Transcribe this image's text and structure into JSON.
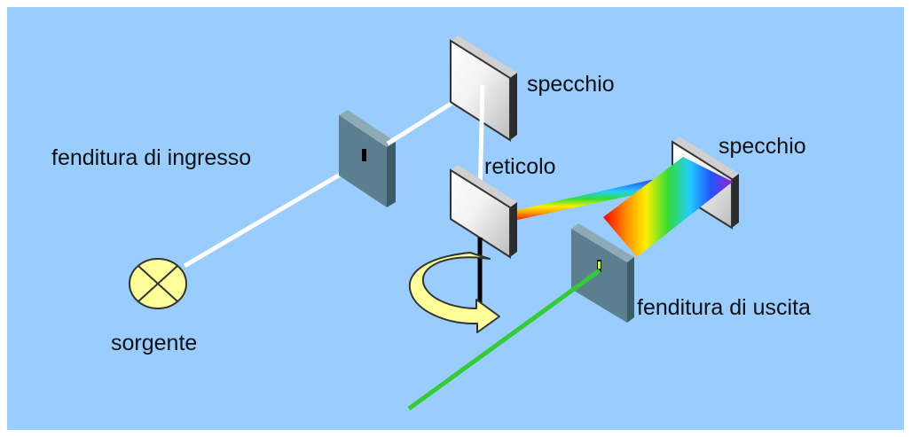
{
  "colors": {
    "background": "#99ccff",
    "frame": "#ffffff",
    "slit_panel": "#5c7f8f",
    "white_beam": "#ffffff",
    "output_beam": "#33cc33",
    "source_fill": "#ffff99",
    "arrow_fill": "#ffff99"
  },
  "labels": {
    "entrance_slit": "fenditura di ingresso",
    "mirror_top": "specchio",
    "grating": "reticolo",
    "mirror_right": "specchio",
    "exit_slit": "fenditura di uscita",
    "source": "sorgente"
  },
  "icons": {
    "source": "lamp-cross-circle-icon",
    "rotation": "curved-rotation-arrow-icon"
  }
}
